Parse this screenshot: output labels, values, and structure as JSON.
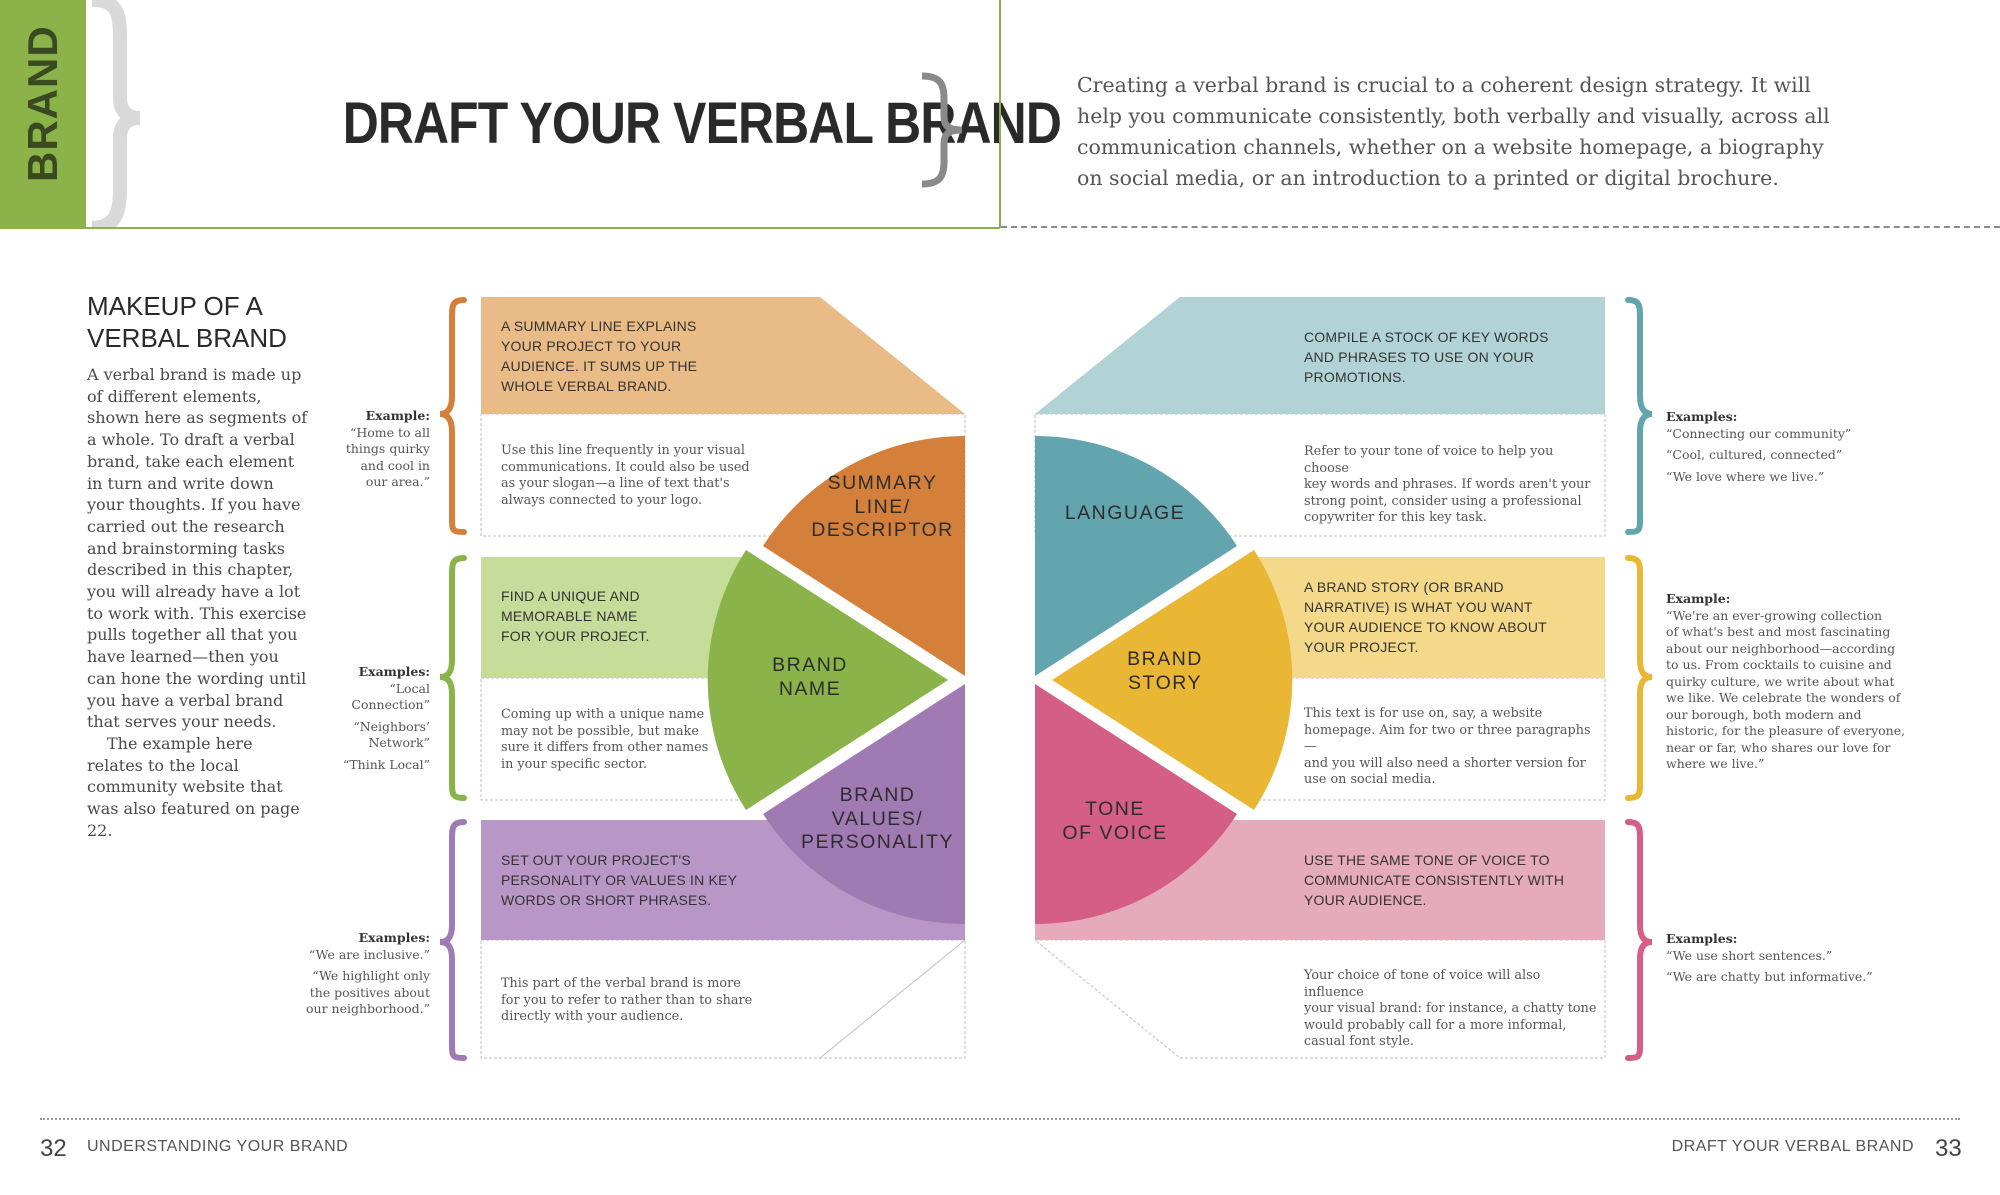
{
  "header": {
    "section_tab": "BRAND",
    "title": "DRAFT YOUR VERBAL BRAND",
    "intro": "Creating a verbal brand is crucial to a coherent design strategy. It will help you communicate consistently, both verbally and visually, across all communication channels, whether on a website homepage, a biography on social media, or an introduction to a printed or digital brochure."
  },
  "sidebar": {
    "heading_line1": "MAKEUP OF A",
    "heading_line2": "VERBAL BRAND",
    "body_p1": "A verbal brand is made up of different elements, shown here as segments of a whole. To draft a verbal brand, take each element in turn and write down your thoughts. If you have carried out the research and brainstorming tasks described in this chapter, you will already have a lot to work with. This exercise pulls together all that you have learned—then you can hone the wording until you have a verbal brand that serves your needs.",
    "body_p2": "The example here relates to the local community website that was also featured on page 22."
  },
  "segments": {
    "summary": {
      "label_l1": "SUMMARY",
      "label_l2": "LINE/",
      "label_l3": "DESCRIPTOR",
      "header_l1": "A SUMMARY LINE EXPLAINS",
      "header_l2": "YOUR PROJECT TO YOUR",
      "header_l3": "AUDIENCE. IT SUMS UP THE",
      "header_l4": "WHOLE VERBAL BRAND.",
      "desc_l1": "Use this line frequently in your visual",
      "desc_l2": "communications. It could also be used",
      "desc_l3": "as your slogan—a line of text that's",
      "desc_l4": "always connected to your logo.",
      "example_label": "Example:",
      "example_l1": "“Home to all",
      "example_l2": "things quirky",
      "example_l3": "and cool in",
      "example_l4": "our area.”",
      "color": "#d4803a",
      "light": "#e9bb86"
    },
    "name": {
      "label_l1": "BRAND",
      "label_l2": "NAME",
      "header_l1": "FIND A UNIQUE AND",
      "header_l2": "MEMORABLE NAME",
      "header_l3": "FOR YOUR PROJECT.",
      "desc_l1": "Coming up with a unique name",
      "desc_l2": "may not be possible, but make",
      "desc_l3": "sure it differs from other names",
      "desc_l4": "in your specific sector.",
      "example_label": "Examples:",
      "ex1_l1": "“Local",
      "ex1_l2": "Connection”",
      "ex2_l1": "“Neighbors’",
      "ex2_l2": "Network”",
      "ex3": "“Think Local”",
      "color": "#8ab34a",
      "light": "#c5dc9a"
    },
    "values": {
      "label_l1": "BRAND",
      "label_l2": "VALUES/",
      "label_l3": "PERSONALITY",
      "header_l1": "SET OUT YOUR PROJECT'S",
      "header_l2": "PERSONALITY OR VALUES IN KEY",
      "header_l3": "WORDS OR SHORT PHRASES.",
      "desc_l1": "This part of the verbal brand is more",
      "desc_l2": "for you to refer to rather than to share",
      "desc_l3": "directly with your audience.",
      "example_label": "Examples:",
      "ex1": "“We are inclusive.”",
      "ex2_l1": "“We highlight only",
      "ex2_l2": "the positives about",
      "ex2_l3": "our neighborhood.”",
      "color": "#a07ab3",
      "light": "#b896c6"
    },
    "language": {
      "label": "LANGUAGE",
      "header_l1": "COMPILE A STOCK OF KEY WORDS",
      "header_l2": "AND PHRASES TO USE ON YOUR",
      "header_l3": "PROMOTIONS.",
      "desc_l1": "Refer to your tone of voice to help you choose",
      "desc_l2": "key words and phrases. If words aren't your",
      "desc_l3": "strong point, consider using a professional",
      "desc_l4": "copywriter for this key task.",
      "example_label": "Examples:",
      "ex1": "“Connecting our community”",
      "ex2": "“Cool, cultured, connected”",
      "ex3": "“We love where we live.”",
      "color": "#62a5ae",
      "light": "#b1d3d6"
    },
    "story": {
      "label_l1": "BRAND",
      "label_l2": "STORY",
      "header_l1": "A BRAND STORY (OR BRAND",
      "header_l2": "NARRATIVE) IS WHAT YOU WANT",
      "header_l3": "YOUR AUDIENCE TO KNOW ABOUT",
      "header_l4": "YOUR PROJECT.",
      "desc_l1": "This text is for use on, say, a website",
      "desc_l2": "homepage. Aim for two or three paragraphs—",
      "desc_l3": "and you will also need a shorter version for",
      "desc_l4": "use on social media.",
      "example_label": "Example:",
      "ex_l1": "“We're an ever-growing collection",
      "ex_l2": "of what's best and most fascinating",
      "ex_l3": "about our neighborhood—according",
      "ex_l4": "to us. From cocktails to cuisine and",
      "ex_l5": "quirky culture, we write about what",
      "ex_l6": "we like. We celebrate the wonders of",
      "ex_l7": "our borough, both modern and",
      "ex_l8": "historic, for the pleasure of everyone,",
      "ex_l9": "near or far, who shares our love for",
      "ex_l10": "where we live.”",
      "color": "#e9b733",
      "light": "#f4d98a"
    },
    "tone": {
      "label_l1": "TONE",
      "label_l2": "OF VOICE",
      "header_l1": "USE THE SAME TONE OF VOICE TO",
      "header_l2": "COMMUNICATE CONSISTENTLY WITH",
      "header_l3": "YOUR AUDIENCE.",
      "desc_l1": "Your choice of tone of voice will also influence",
      "desc_l2": "your visual brand: for instance, a chatty tone",
      "desc_l3": "would probably call for a more informal,",
      "desc_l4": "casual font style.",
      "example_label": "Examples:",
      "ex1": "“We use short sentences.”",
      "ex2": "“We are chatty but informative.”",
      "color": "#d45e86",
      "light": "#e5aabb"
    }
  },
  "footer": {
    "left_page": "32",
    "left_label": "UNDERSTANDING YOUR BRAND",
    "right_label": "DRAFT YOUR VERBAL BRAND",
    "right_page": "33"
  }
}
